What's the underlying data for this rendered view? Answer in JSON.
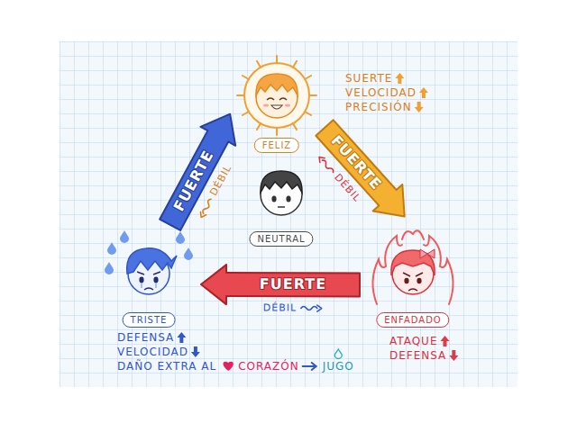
{
  "diagram": {
    "nodes": [
      {
        "text": [
          "FELIZ"
        ]
      },
      {
        "text": [
          "NEUTRAL"
        ]
      },
      {
        "text": [
          "TRISTE"
        ]
      },
      {
        "text": [
          "ENFADADO"
        ]
      }
    ],
    "edges": [
      {
        "from": 2,
        "to": 0,
        "arrow": "to",
        "label": "FUERTE"
      },
      {
        "from": 0,
        "to": 3,
        "arrow": "to",
        "label": "FUERTE"
      },
      {
        "from": 3,
        "to": 2,
        "arrow": "to",
        "label": "FUERTE"
      }
    ],
    "labels": [
      "SUERTE",
      "VELOCIDAD",
      "PRECISIÓN",
      "DÉBIL",
      "DÉBIL",
      "DÉBIL",
      "DEFENSA",
      "VELOCIDAD",
      "DAÑO EXTRA AL",
      "CORAZÓN",
      "JUGO",
      "ATAQUE",
      "DEFENSA"
    ]
  }
}
